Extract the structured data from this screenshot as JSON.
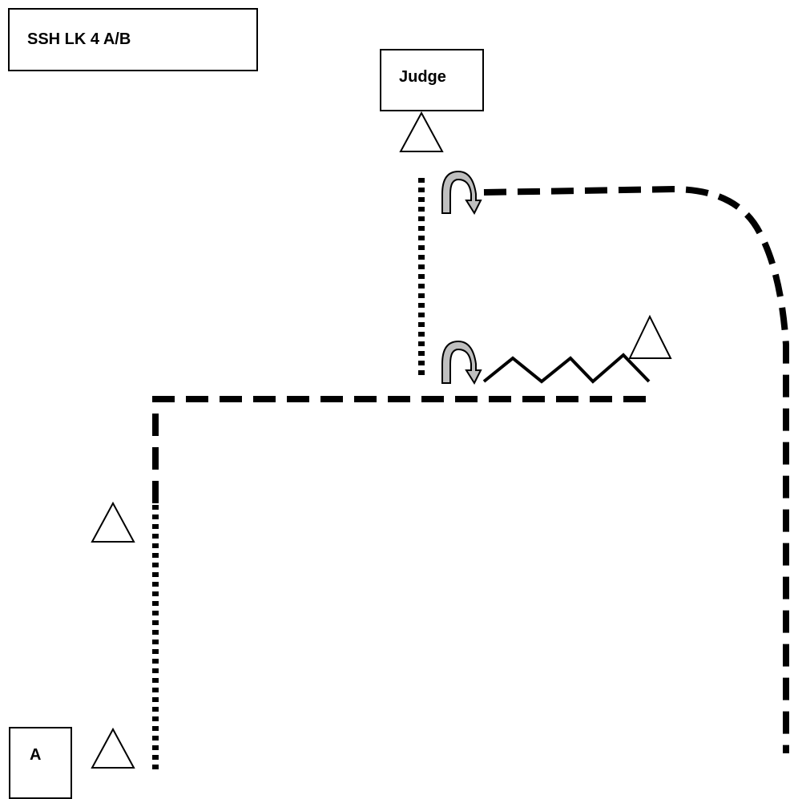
{
  "title": "SSH LK 4 A/B",
  "judge_label": "Judge",
  "start_label": "A",
  "colors": {
    "line": "#000000",
    "turn_arrow_fill": "#bfbfbf",
    "background": "#ffffff"
  },
  "legend_symbols": {
    "dashed_line": "path-dashed",
    "dotted_line": "path-dotted",
    "zigzag": "zigzag-path",
    "turn_arrow": "turn-arrow-icon",
    "triangle": "cone-triangle-icon"
  }
}
